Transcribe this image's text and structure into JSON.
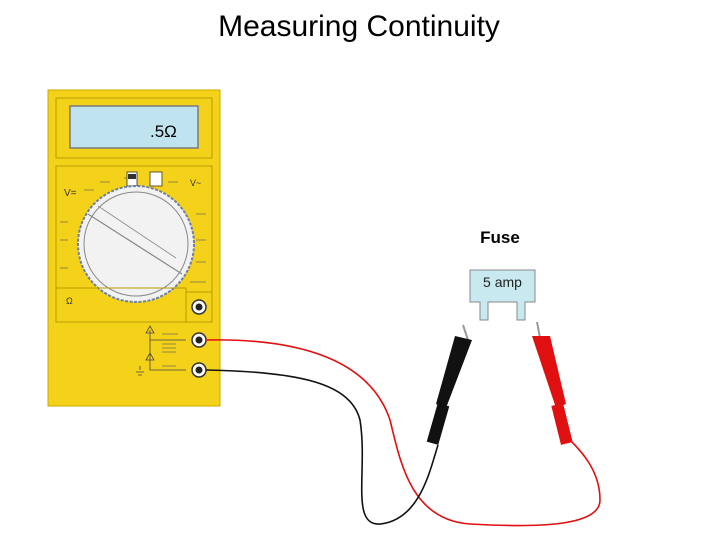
{
  "title": "Measuring Continuity",
  "meter": {
    "display_reading": ".5Ω",
    "colors": {
      "body": "#f5d21a",
      "display": "#bfe4ef",
      "dial": "#f2f2f2",
      "probe_black": "#111111",
      "probe_red": "#e01010"
    }
  },
  "fuse": {
    "label": "Fuse",
    "rating": "5 amp",
    "colors": {
      "body": "#c9e9f0",
      "border": "#888888"
    }
  }
}
